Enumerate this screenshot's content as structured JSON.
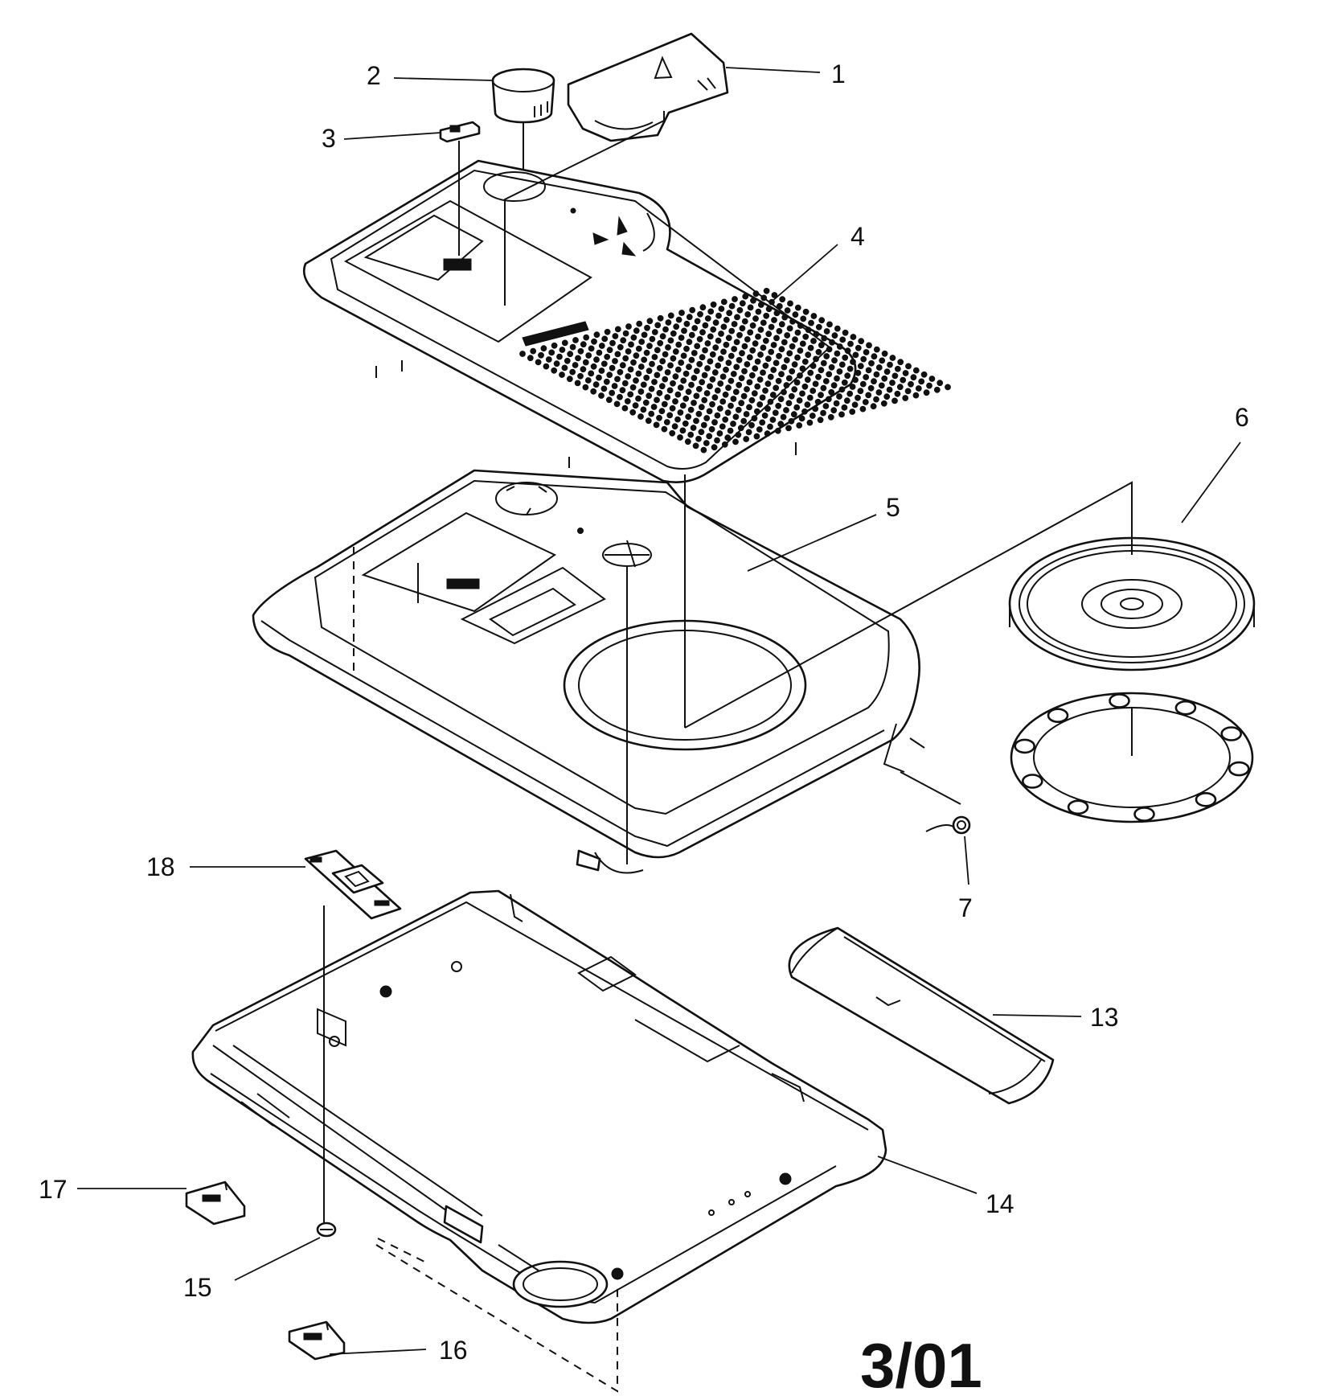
{
  "sheet_label": "3/01",
  "callouts": [
    {
      "id": "1",
      "text": "1"
    },
    {
      "id": "2",
      "text": "2"
    },
    {
      "id": "3",
      "text": "3"
    },
    {
      "id": "4",
      "text": "4"
    },
    {
      "id": "5",
      "text": "5"
    },
    {
      "id": "6",
      "text": "6"
    },
    {
      "id": "7",
      "text": "7"
    },
    {
      "id": "13",
      "text": "13"
    },
    {
      "id": "14",
      "text": "14"
    },
    {
      "id": "15",
      "text": "15"
    },
    {
      "id": "16",
      "text": "16"
    },
    {
      "id": "17",
      "text": "17"
    },
    {
      "id": "18",
      "text": "18"
    }
  ]
}
